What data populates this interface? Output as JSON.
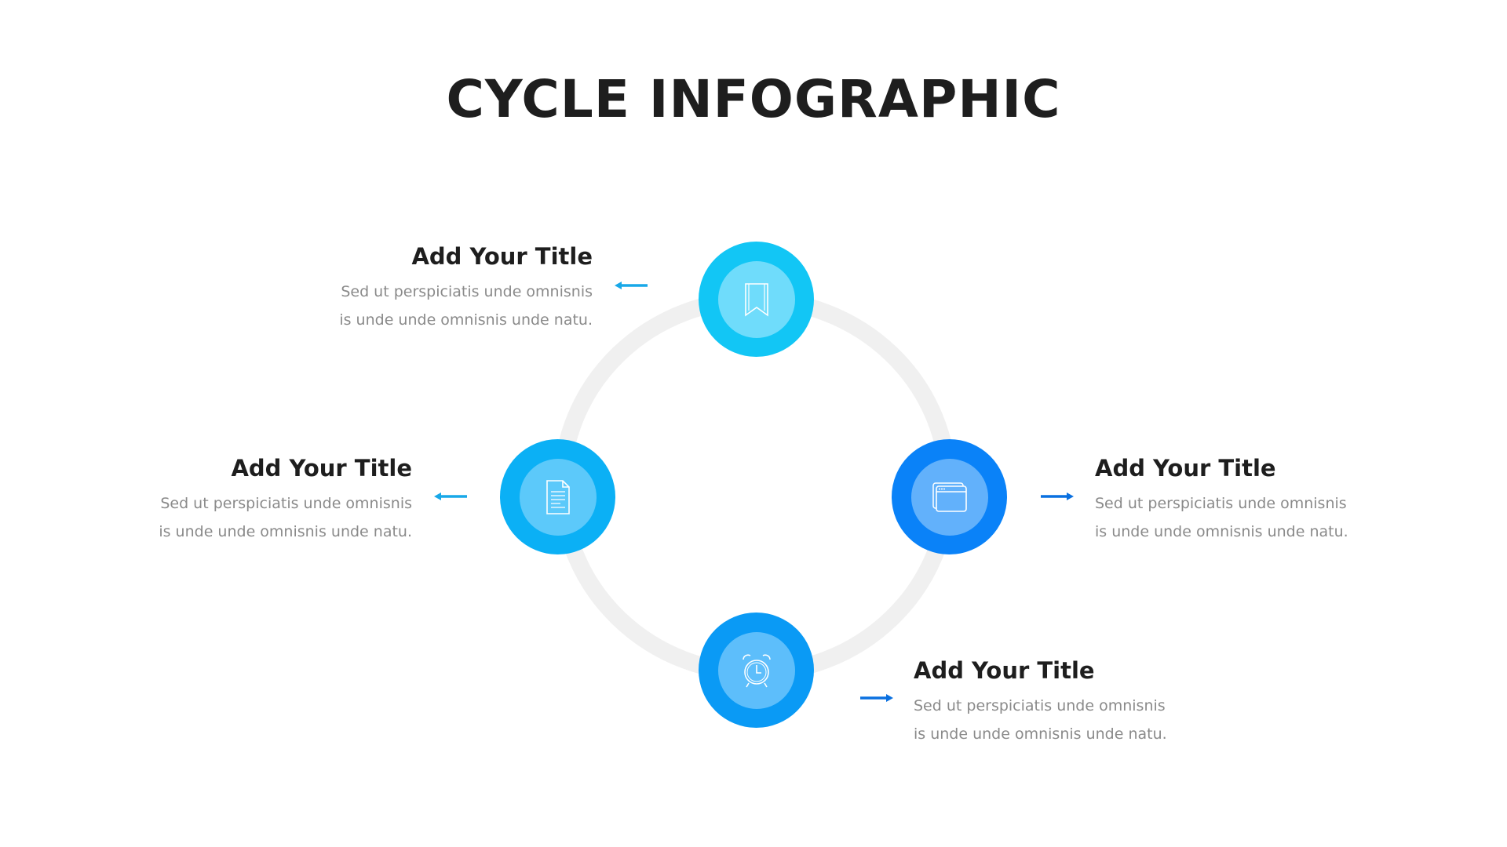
{
  "title": "CYCLE INFOGRAPHIC",
  "colors": {
    "ring": "#f0f0f0",
    "top": "#12c6f5",
    "left": "#0bb0f5",
    "bottom": "#0a9af5",
    "right": "#0a82f8",
    "arrow_left": "#18a8e8",
    "arrow_right": "#0a70e0"
  },
  "steps": [
    {
      "icon": "bookmark-icon",
      "title": "Add Your Title",
      "line1": "Sed ut perspiciatis unde omnisnis",
      "line2": "is unde unde omnisnis unde natu."
    },
    {
      "icon": "document-icon",
      "title": "Add Your Title",
      "line1": "Sed ut perspiciatis unde omnisnis",
      "line2": "is unde unde omnisnis unde natu."
    },
    {
      "icon": "browser-windows-icon",
      "title": "Add Your Title",
      "line1": "Sed ut perspiciatis unde omnisnis",
      "line2": "is unde unde omnisnis unde natu."
    },
    {
      "icon": "alarm-clock-icon",
      "title": "Add Your Title",
      "line1": "Sed ut perspiciatis unde omnisnis",
      "line2": "is unde unde omnisnis unde natu."
    }
  ]
}
